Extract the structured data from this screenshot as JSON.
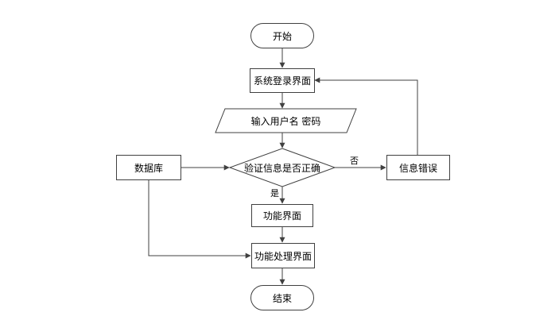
{
  "nodes": {
    "start": "开始",
    "login_screen": "系统登录界面",
    "input_credentials": "输入用户名 密码",
    "verify": "验证信息是否正确",
    "database": "数据库",
    "info_error": "信息错误",
    "function_screen": "功能界面",
    "function_processing": "功能处理界面",
    "end": "结束"
  },
  "edge_labels": {
    "no": "否",
    "yes": "是"
  },
  "colors": {
    "stroke": "#404040",
    "fill": "#ffffff",
    "text": "#000000"
  }
}
